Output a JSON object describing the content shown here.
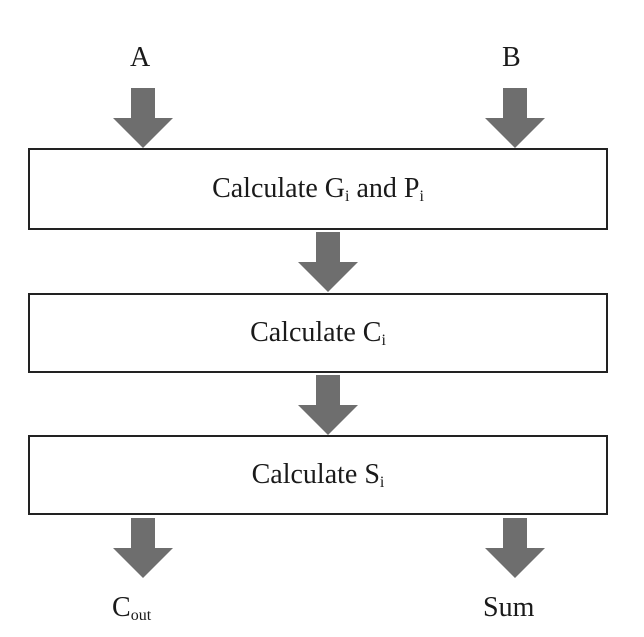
{
  "colors": {
    "arrow": "#6e6e6e",
    "border": "#222222",
    "text": "#1a1a1a"
  },
  "inputs": {
    "a": "A",
    "b": "B"
  },
  "steps": [
    {
      "prefix": "Calculate G",
      "sub1": "i",
      "middle": " and P",
      "sub2": "i"
    },
    {
      "prefix": "Calculate C",
      "sub1": "i"
    },
    {
      "prefix": "Calculate S",
      "sub1": "i"
    }
  ],
  "outputs": {
    "cout_main": "C",
    "cout_sub": "out",
    "sum": "Sum"
  }
}
